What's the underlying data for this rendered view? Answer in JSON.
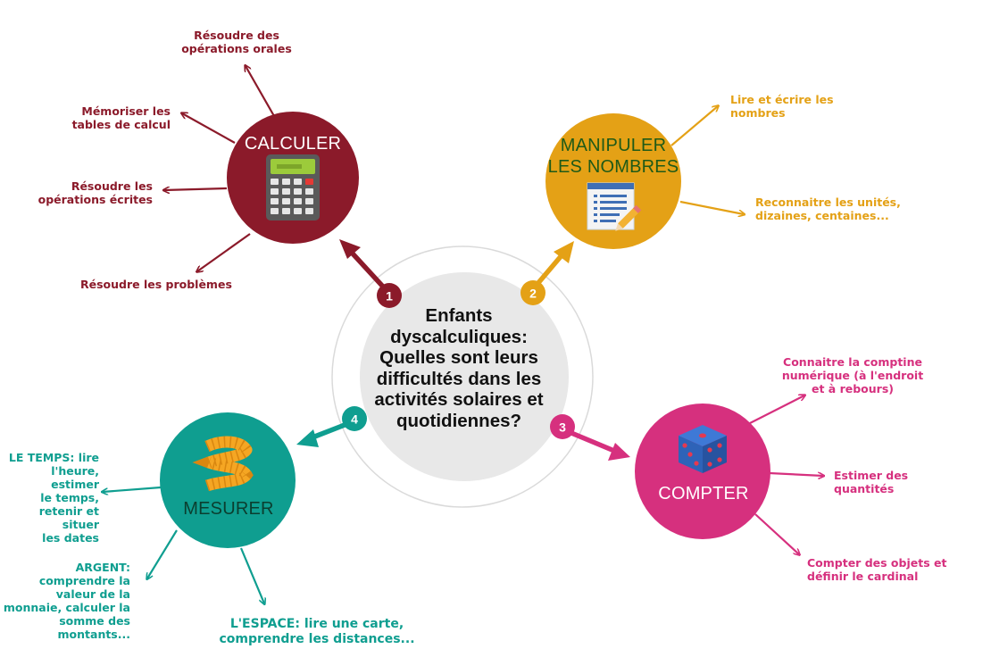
{
  "center": {
    "title_lines": [
      "Enfants",
      "dyscalculiques:",
      "Quelles sont leurs",
      "difficultés  dans les",
      "activités solaires et",
      "quotidiennes?"
    ]
  },
  "colors": {
    "calculer": "#8B1A2A",
    "manipuler": "#E4A116",
    "compter": "#D6307E",
    "mesurer": "#0F9E90",
    "center_fill": "#E8E8E8",
    "center_ring": "#D9D9D9",
    "manipuler_text": "#1F5A17",
    "mesurer_text": "#0B3E2F"
  },
  "steps": {
    "calculer": "1",
    "manipuler": "2",
    "compter": "3",
    "mesurer": "4"
  },
  "hubs": {
    "calculer": {
      "title_lines": [
        "CALCULER"
      ],
      "icon": "calculator-icon"
    },
    "manipuler": {
      "title_lines": [
        "MANIPULER",
        "LES NOMBRES"
      ],
      "icon": "document-pencil-icon"
    },
    "compter": {
      "title_lines": [
        "COMPTER"
      ],
      "icon": "dice-icon"
    },
    "mesurer": {
      "title_lines": [
        "MESURER"
      ],
      "icon": "tape-measure-icon"
    }
  },
  "branches": {
    "calculer": [
      {
        "lines": [
          "Résoudre des",
          "opérations orales"
        ]
      },
      {
        "lines": [
          "Mémoriser les",
          "tables de calcul"
        ]
      },
      {
        "lines": [
          "Résoudre les",
          "opérations écrites"
        ]
      },
      {
        "lines": [
          "Résoudre les problèmes"
        ]
      }
    ],
    "manipuler": [
      {
        "lines": [
          "Lire et écrire les",
          "nombres"
        ]
      },
      {
        "lines": [
          "Reconnaitre les unités,",
          "dizaines, centaines..."
        ]
      }
    ],
    "compter": [
      {
        "lines": [
          "Connaitre la comptine",
          "numérique (à l'endroit",
          "et à rebours)"
        ]
      },
      {
        "lines": [
          "Estimer des",
          "quantités"
        ]
      },
      {
        "lines": [
          "Compter des objets et",
          "définir le cardinal"
        ]
      }
    ],
    "mesurer": [
      {
        "lines": [
          "LE TEMPS: lire",
          "l'heure, estimer",
          "le temps,",
          "retenir et situer",
          "les dates"
        ]
      },
      {
        "lines": [
          "ARGENT:",
          "comprendre la",
          "valeur de la",
          "monnaie, calculer la",
          "somme des",
          "montants..."
        ]
      },
      {
        "lines": [
          "L'ESPACE: lire une carte,",
          "comprendre les distances..."
        ]
      }
    ]
  }
}
